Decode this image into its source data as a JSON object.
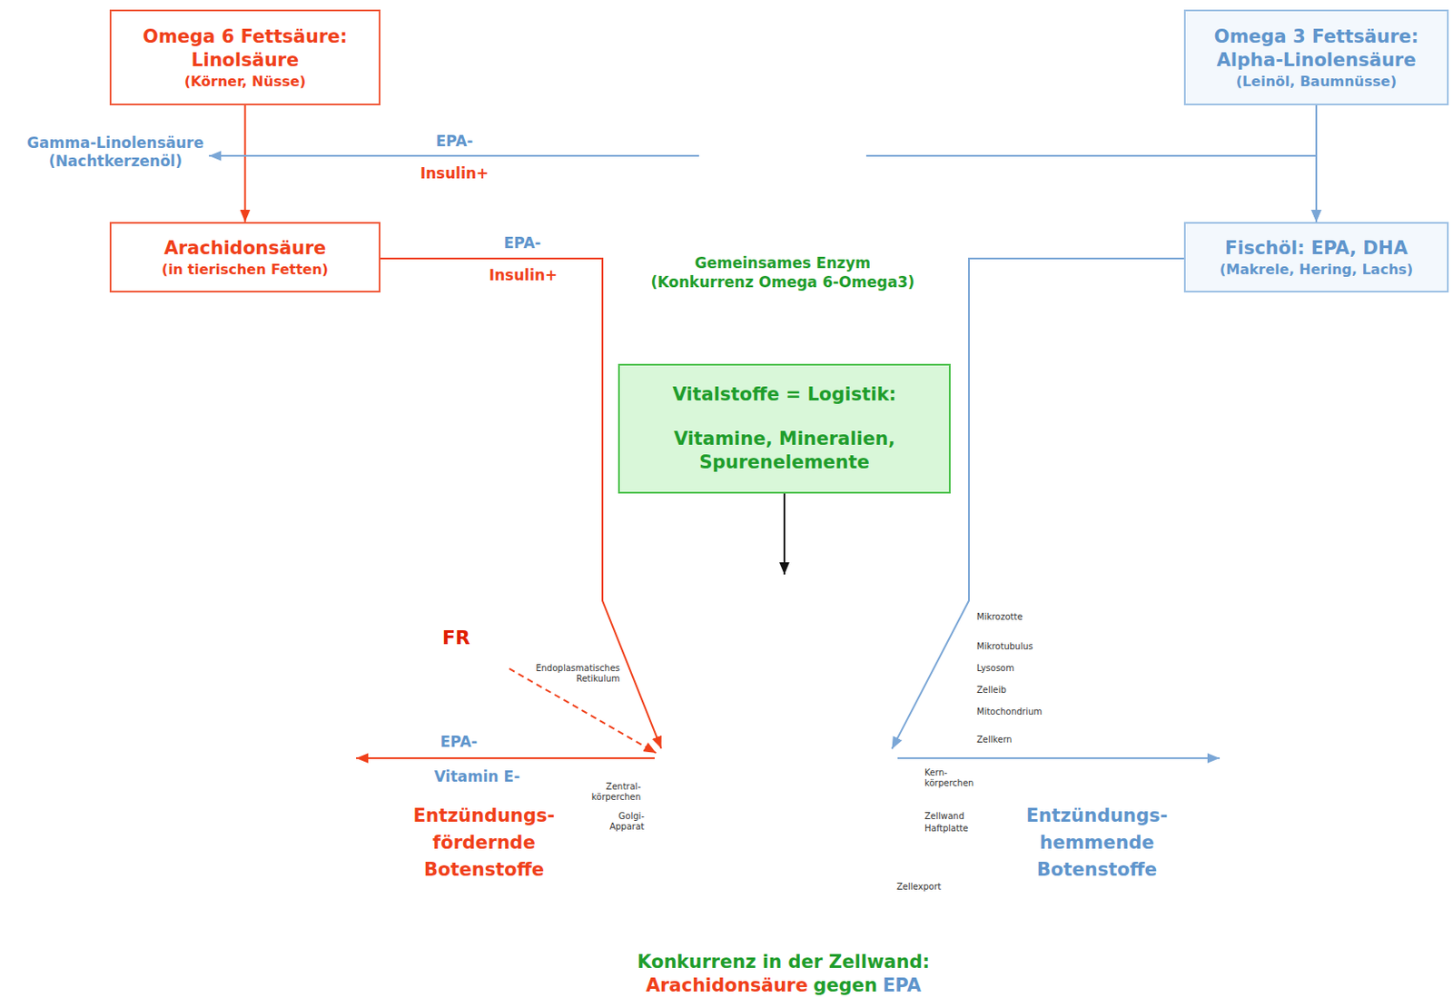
{
  "diagram": {
    "nodes": [
      {
        "text": [
          "Omega 6 Fettsäure: Linolsäure",
          "(Körner, Nüsse)"
        ]
      },
      {
        "text": [
          "Gamma-Linolensäure",
          "(Nachtkerzenöl)"
        ]
      },
      {
        "text": [
          "Gemeinsames Enzym (Konkurrenz Omega 6-Omega3)"
        ]
      },
      {
        "text": [
          "Omega 3 Fettsäure: Alpha-Linolensäure",
          "(Leinöl, Baumnüsse)"
        ]
      },
      {
        "text": [
          "Arachidonsäure",
          "(in tierischen Fetten)"
        ]
      },
      {
        "text": [
          "Fischöl: EPA, DHA",
          "(Makrele, Hering, Lachs)"
        ]
      },
      {
        "text": [
          "Vitalstoffe = Logistik:",
          "Vitamine, Mineralien, Spurenelemente"
        ]
      },
      {
        "text": [
          "FR"
        ]
      },
      {
        "text": [
          "Entzündungs- fördernde Botenstoffe"
        ]
      },
      {
        "text": [
          "Konkurrenz in der Zellwand:",
          "Arachidonsäure",
          "gegen",
          "EPA"
        ]
      },
      {
        "text": [
          "Entzündungs- hemmende Botenstoffe"
        ]
      }
    ],
    "edges": [
      {
        "from": 0,
        "to": 4,
        "arrow": "to"
      },
      {
        "from": 2,
        "to": 1,
        "label": "EPA-",
        "arrow": "to"
      },
      {
        "from": 2,
        "to": 5,
        "arrow": "to"
      },
      {
        "from": 3,
        "to": 5,
        "arrow": "to"
      },
      {
        "from": 4,
        "to": 9,
        "label": "EPA-",
        "arrow": "to"
      },
      {
        "from": 5,
        "to": 9,
        "arrow": "to"
      },
      {
        "from": 6,
        "to": 9,
        "arrow": "to"
      },
      {
        "from": 7,
        "to": 9,
        "arrow": "to"
      },
      {
        "from": 9,
        "to": 8,
        "label": "EPA-",
        "arrow": "to"
      },
      {
        "from": 9,
        "to": 10,
        "arrow": "to"
      }
    ],
    "labels": [
      "Insulin+",
      "Insulin+",
      "Vitamin E-",
      "Mikrozotte",
      "Mikrotubulus",
      "Lysosom",
      "Zelleib",
      "Mitochondrium",
      "Endoplasmatisches Retikulum",
      "Zellkern",
      "Kern- körperchen",
      "Zentral- körperchen",
      "Golgi- Apparat",
      "Zellwand",
      "Haftplatte",
      "Zellexport"
    ]
  }
}
